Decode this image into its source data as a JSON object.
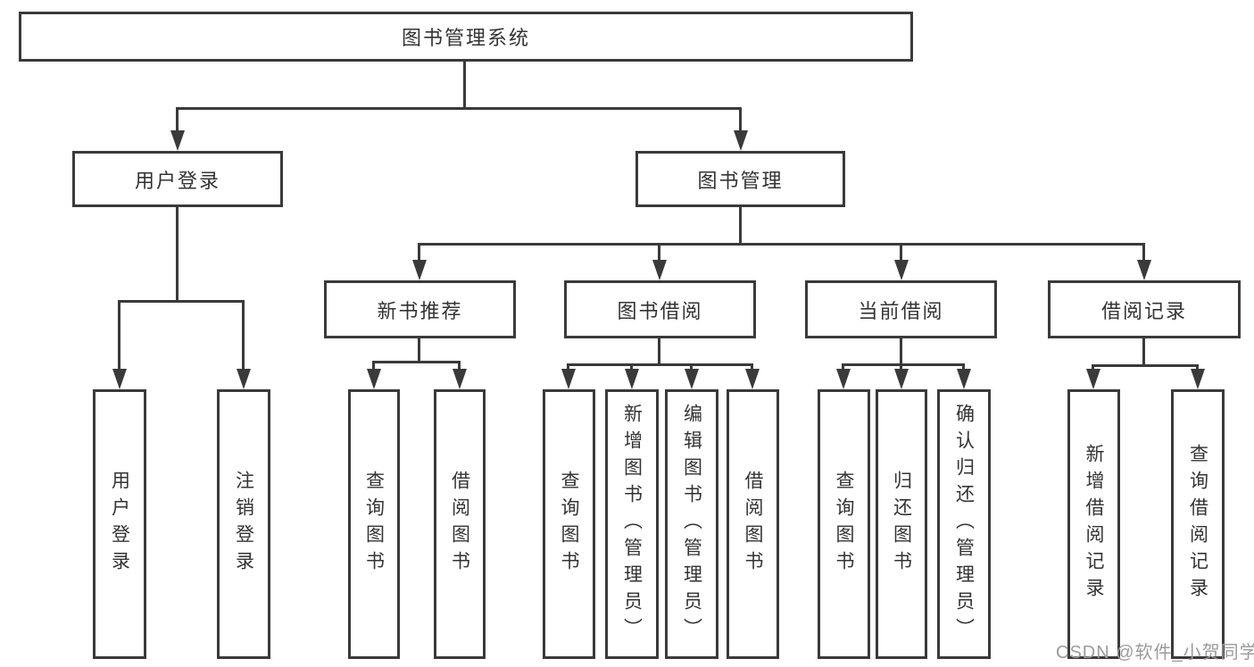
{
  "diagram": {
    "title": "图书管理系统",
    "watermark": "CSDN @软件_小贺同学",
    "colors": {
      "line": "#3a3a3a",
      "text": "#333333",
      "watermark": "#9b9b9b",
      "background": "#ffffff"
    },
    "nodes": {
      "root": "图书管理系统",
      "level2": {
        "user_login": "用户登录",
        "book_mgmt": "图书管理"
      },
      "level3": {
        "new_book_rec": "新书推荐",
        "book_borrow": "图书借阅",
        "current_borrow": "当前借阅",
        "borrow_records": "借阅记录"
      },
      "leaves": {
        "user_login_leaf": "用户登录",
        "logout": "注销登录",
        "query_book_nbr": "查询图书",
        "borrow_book_nbr": "借阅图书",
        "query_book_bb": "查询图书",
        "add_book": "新增图书（管理员）",
        "edit_book": "编辑图书（管理员）",
        "borrow_book_bb": "借阅图书",
        "query_book_cb": "查询图书",
        "return_book": "归还图书",
        "confirm_return": "确认归还（管理员）",
        "add_borrow_record": "新增借阅记录",
        "query_borrow_record": "查询借阅记录"
      }
    },
    "hierarchy": {
      "图书管理系统": {
        "用户登录": [
          "用户登录",
          "注销登录"
        ],
        "图书管理": {
          "新书推荐": [
            "查询图书",
            "借阅图书"
          ],
          "图书借阅": [
            "查询图书",
            "新增图书（管理员）",
            "编辑图书（管理员）",
            "借阅图书"
          ],
          "当前借阅": [
            "查询图书",
            "归还图书",
            "确认归还（管理员）"
          ],
          "借阅记录": [
            "新增借阅记录",
            "查询借阅记录"
          ]
        }
      }
    }
  }
}
